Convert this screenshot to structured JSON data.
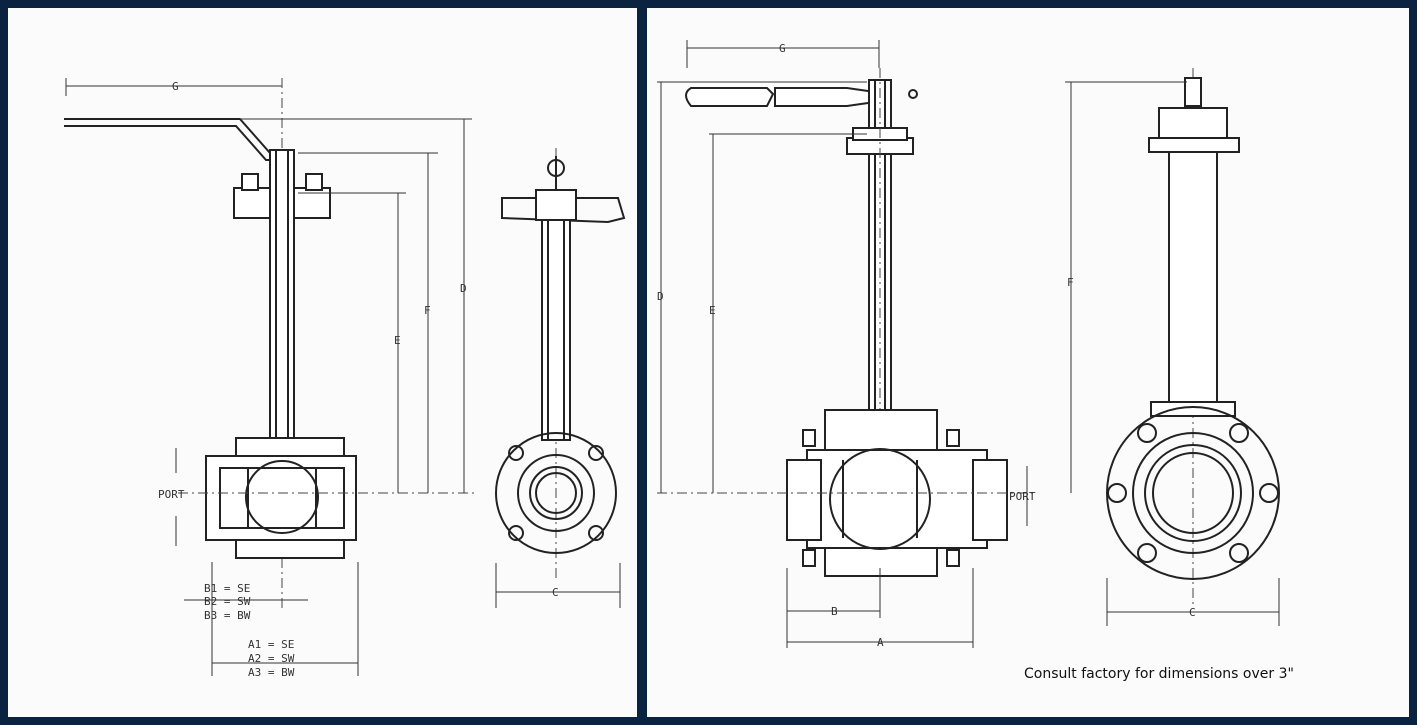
{
  "left_drawing": {
    "labels": {
      "G": "G",
      "D": "D",
      "F": "F",
      "E": "E",
      "C": "C",
      "port": "PORT",
      "b1": "B1 = SE",
      "b2": "B2 = SW",
      "b3": "B3 = BW",
      "a1": "A1 = SE",
      "a2": "A2 = SW",
      "a3": "A3 = BW"
    }
  },
  "right_drawing": {
    "labels": {
      "G": "G",
      "D": "D",
      "E": "E",
      "F": "F",
      "port": "PORT",
      "B": "B",
      "A": "A",
      "C": "C"
    },
    "note": "Consult factory for dimensions over 3\""
  }
}
